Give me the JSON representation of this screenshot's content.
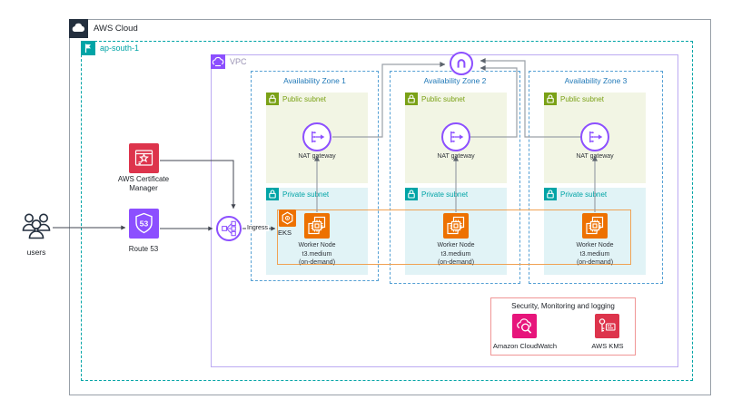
{
  "containers": {
    "aws_cloud": "AWS Cloud",
    "region": "ap-south-1",
    "vpc": "VPC"
  },
  "actors": {
    "users": "users"
  },
  "services": {
    "route53": "Route 53",
    "acm": "AWS Certificate Manager",
    "eks": "EKS",
    "ingress": "Ingress"
  },
  "zones": [
    {
      "title": "Availability Zone 1",
      "public_subnet": "Public subnet",
      "nat": "NAT gateway",
      "private_subnet": "Private subnet",
      "worker": "Worker Node\nt3.medium\n(on-demand)"
    },
    {
      "title": "Availability Zone 2",
      "public_subnet": "Public subnet",
      "nat": "NAT gateway",
      "private_subnet": "Private subnet",
      "worker": "Worker Node\nt3.medium\n(on-demand)"
    },
    {
      "title": "Availability Zone 3",
      "public_subnet": "Public subnet",
      "nat": "NAT gateway",
      "private_subnet": "Private subnet",
      "worker": "Worker Node\nt3.medium\n(on-demand)"
    }
  ],
  "security": {
    "title": "Security, Monitoring and logging",
    "cloudwatch": "Amazon CloudWatch",
    "kms": "AWS KMS"
  },
  "colors": {
    "region_teal": "#00A4A6",
    "az_blue": "#2179B8",
    "subnet_green": "#7AA116",
    "purple": "#8C4FFF",
    "orange": "#ED7100",
    "red": "#DD344C",
    "pink": "#E7157B",
    "dark_navy": "#232F3E"
  }
}
